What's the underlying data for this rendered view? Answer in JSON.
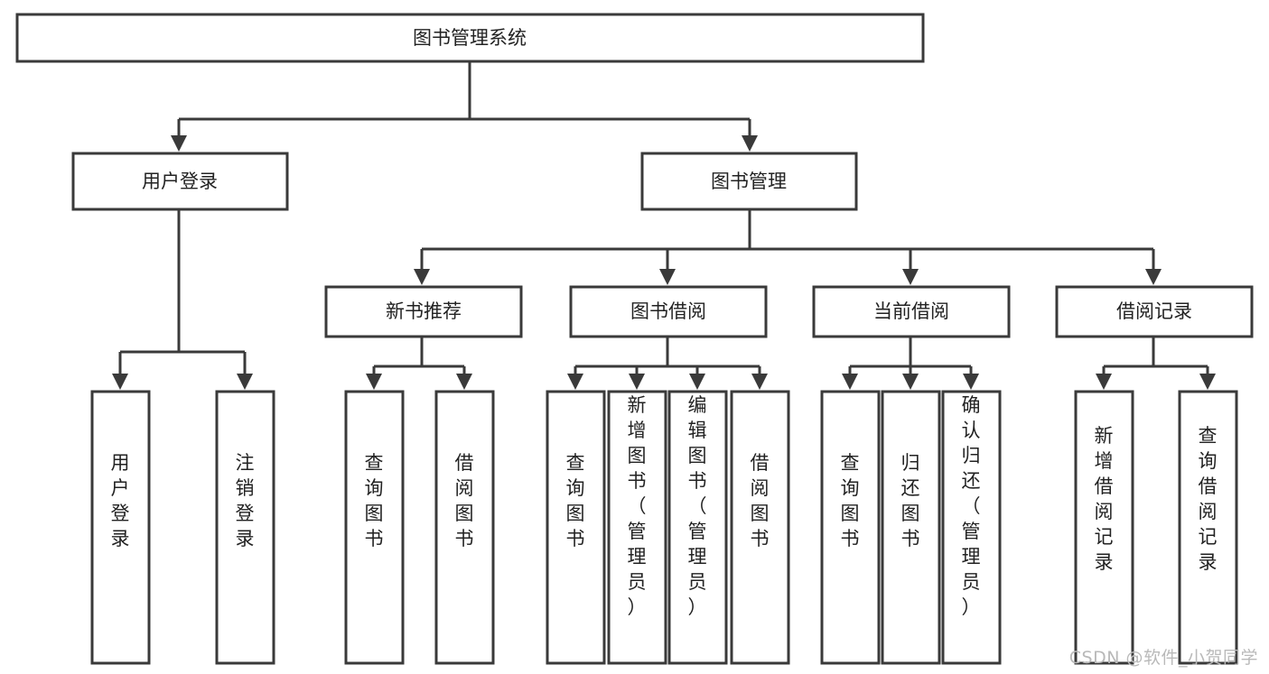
{
  "diagram": {
    "title": "图书管理系统",
    "type": "tree-hierarchy-chart",
    "root": {
      "id": "root",
      "label": "图书管理系统",
      "orientation": "horizontal"
    },
    "level2": [
      {
        "id": "user-login",
        "label": "用户登录",
        "orientation": "horizontal"
      },
      {
        "id": "book-management",
        "label": "图书管理",
        "orientation": "horizontal"
      }
    ],
    "level3": [
      {
        "id": "new-book-recommend",
        "label": "新书推荐",
        "orientation": "horizontal"
      },
      {
        "id": "book-borrow",
        "label": "图书借阅",
        "orientation": "horizontal"
      },
      {
        "id": "current-borrow",
        "label": "当前借阅",
        "orientation": "horizontal"
      },
      {
        "id": "borrow-record",
        "label": "借阅记录",
        "orientation": "horizontal"
      }
    ],
    "leaves": [
      {
        "id": "leaf-user-login",
        "label": "用户登录",
        "orientation": "vertical",
        "parent": "user-login"
      },
      {
        "id": "leaf-logout",
        "label": "注销登录",
        "orientation": "vertical",
        "parent": "user-login"
      },
      {
        "id": "leaf-query-book-1",
        "label": "查询图书",
        "orientation": "vertical",
        "parent": "new-book-recommend"
      },
      {
        "id": "leaf-borrow-book-1",
        "label": "借阅图书",
        "orientation": "vertical",
        "parent": "new-book-recommend"
      },
      {
        "id": "leaf-query-book-2",
        "label": "查询图书",
        "orientation": "vertical",
        "parent": "book-borrow"
      },
      {
        "id": "leaf-add-book",
        "label": "新增图书（管理员）",
        "orientation": "vertical",
        "parent": "book-borrow"
      },
      {
        "id": "leaf-edit-book",
        "label": "编辑图书（管理员）",
        "orientation": "vertical",
        "parent": "book-borrow"
      },
      {
        "id": "leaf-borrow-book-2",
        "label": "借阅图书",
        "orientation": "vertical",
        "parent": "book-borrow"
      },
      {
        "id": "leaf-query-book-3",
        "label": "查询图书",
        "orientation": "vertical",
        "parent": "current-borrow"
      },
      {
        "id": "leaf-return-book",
        "label": "归还图书",
        "orientation": "vertical",
        "parent": "current-borrow"
      },
      {
        "id": "leaf-confirm-return",
        "label": "确认归还（管理员）",
        "orientation": "vertical",
        "parent": "current-borrow"
      },
      {
        "id": "leaf-add-record",
        "label": "新增借阅记录",
        "orientation": "vertical",
        "parent": "borrow-record"
      },
      {
        "id": "leaf-query-record",
        "label": "查询借阅记录",
        "orientation": "vertical",
        "parent": "borrow-record"
      }
    ],
    "watermark": "CSDN @软件_小贺同学",
    "colors": {
      "box_stroke": "#3a3a3a",
      "box_fill": "#ffffff",
      "text": "#222222",
      "background": "#ffffff",
      "watermark": "#b9b9b9"
    }
  }
}
